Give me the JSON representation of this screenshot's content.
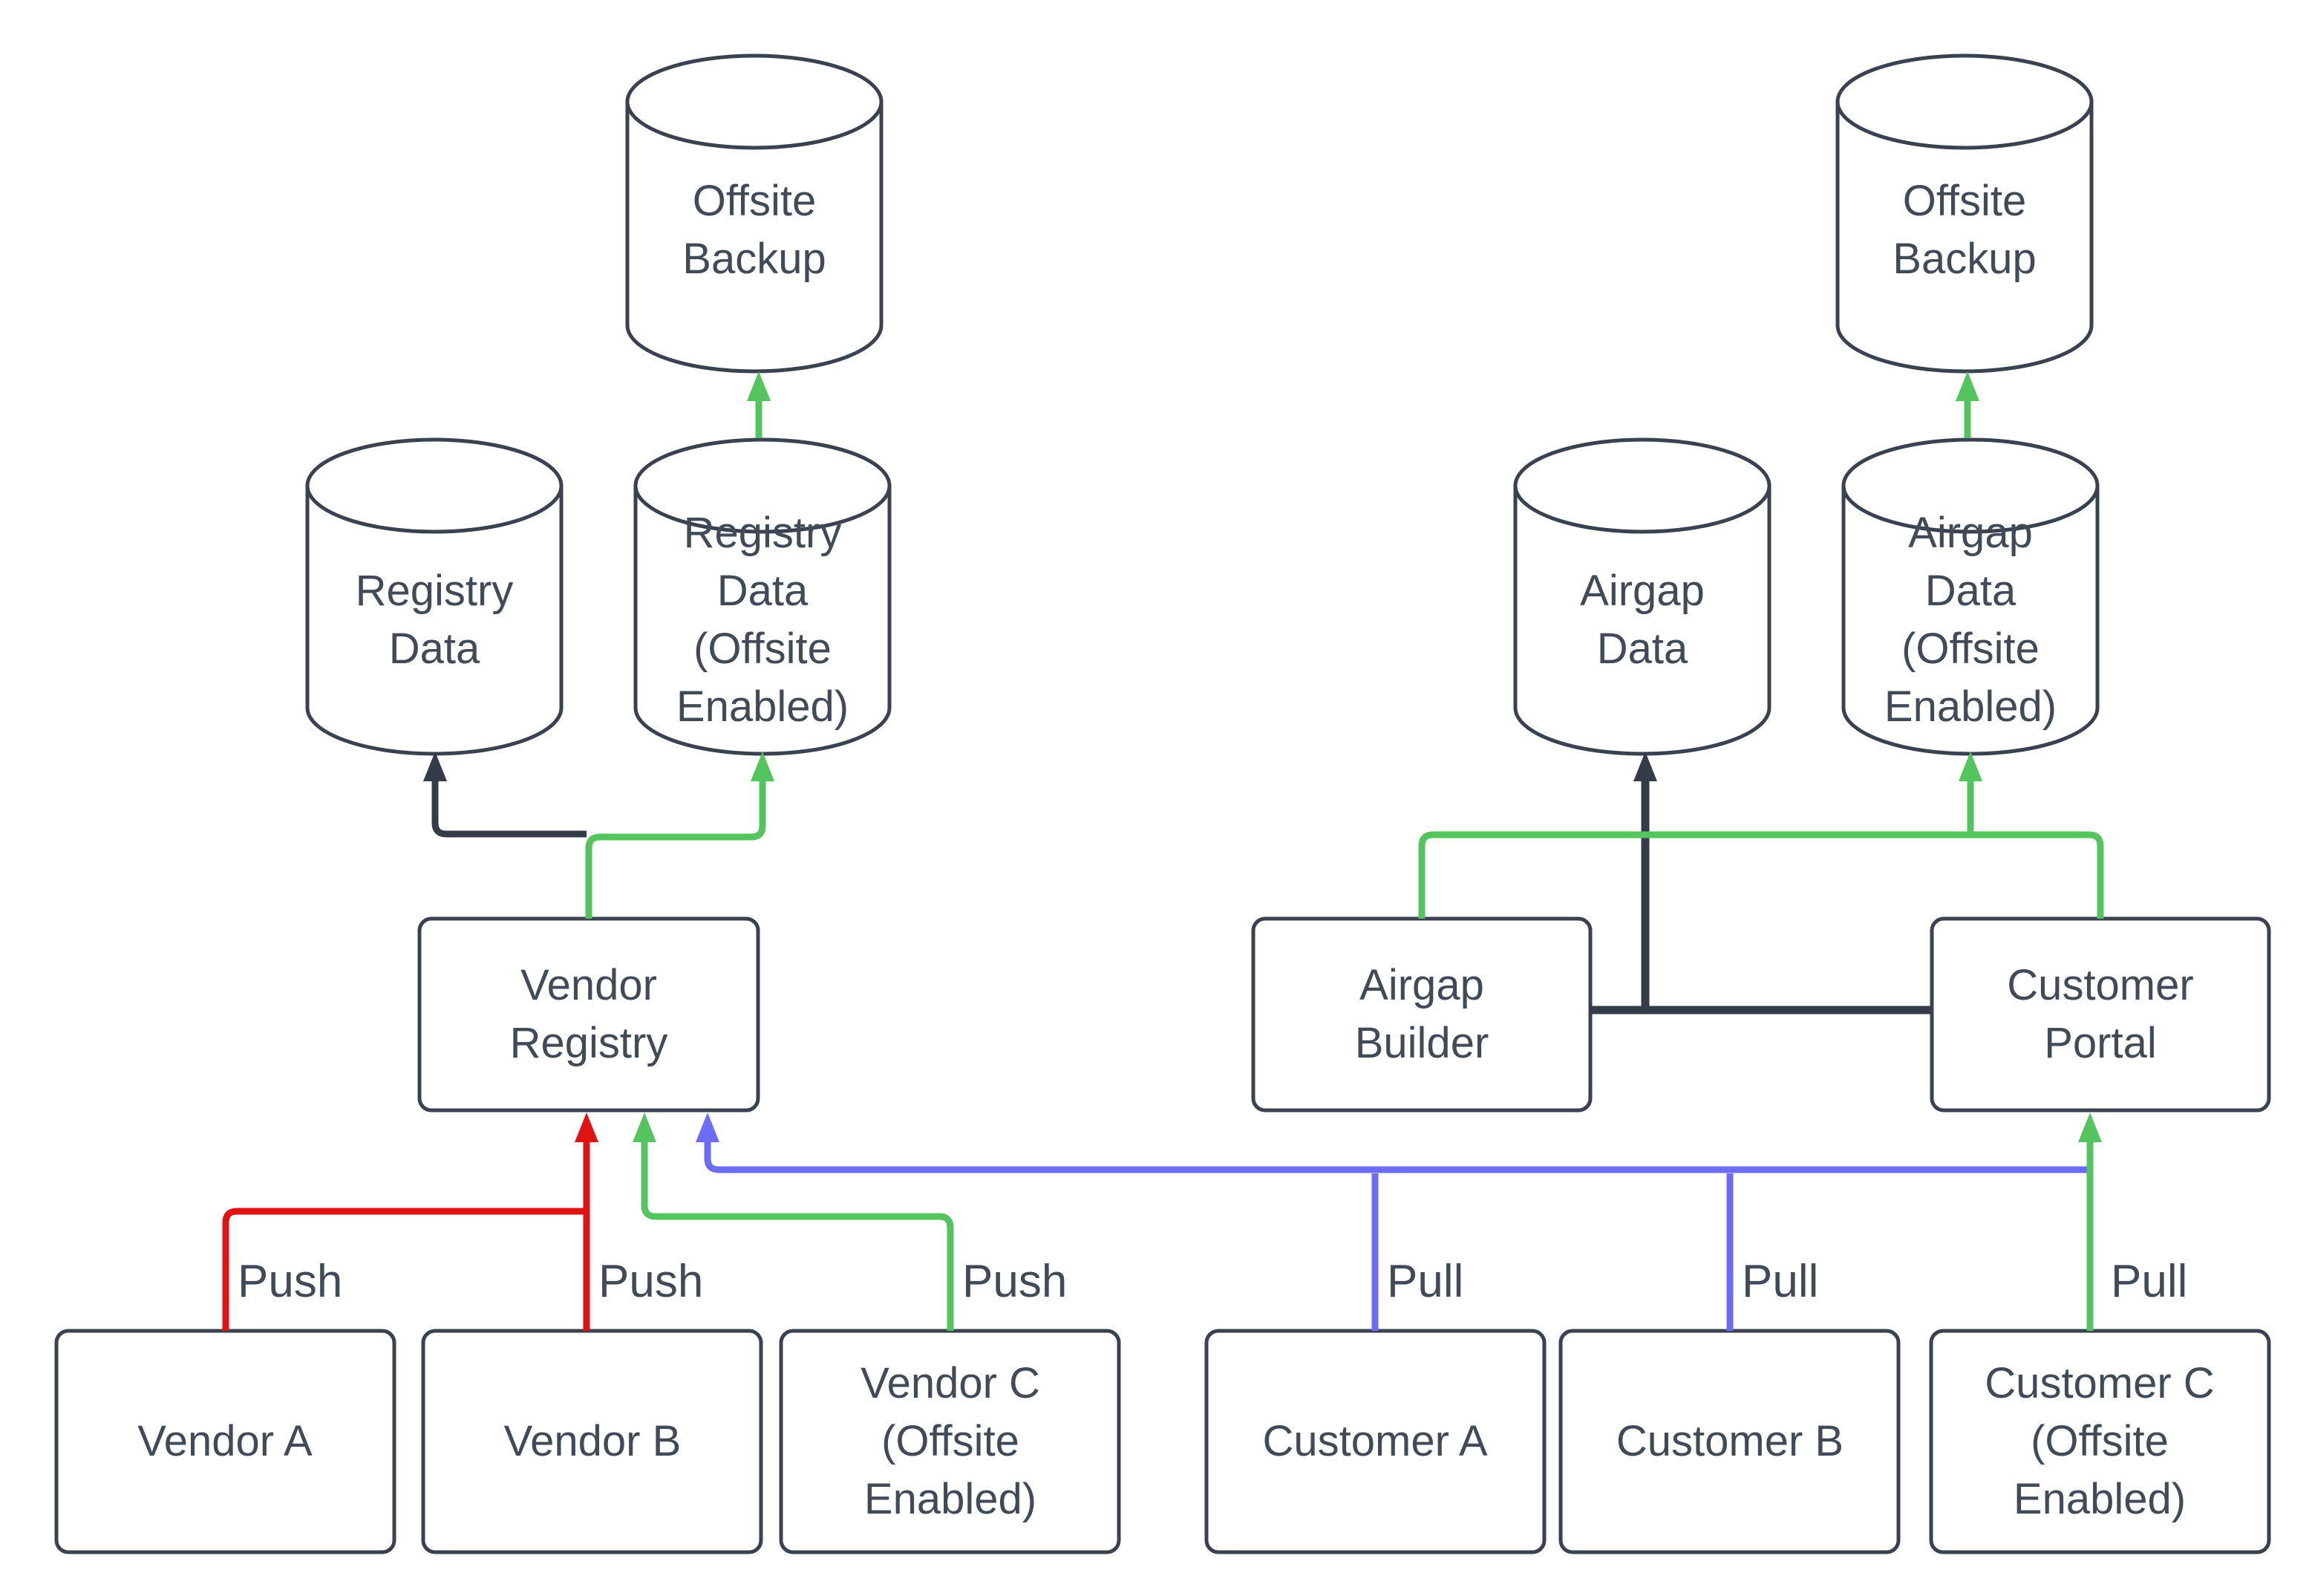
{
  "colors": {
    "background": "#ffffff",
    "shape_outline": "#3a4250",
    "text": "#414b58",
    "connector_dark": "#343c4a",
    "offsite_green": "#54c45e",
    "push_red": "#e01212",
    "pull_blue": "#6c6cf5"
  },
  "nodes": {
    "offsite_backup_left": {
      "type": "cylinder",
      "lines": [
        "Offsite",
        "Backup"
      ]
    },
    "registry_data": {
      "type": "cylinder",
      "lines": [
        "Registry",
        "Data"
      ]
    },
    "registry_data_offsite": {
      "type": "cylinder",
      "lines": [
        "Registry",
        "Data",
        "(Offsite",
        "Enabled)"
      ]
    },
    "airgap_data": {
      "type": "cylinder",
      "lines": [
        "Airgap",
        "Data"
      ]
    },
    "airgap_data_offsite": {
      "type": "cylinder",
      "lines": [
        "Airgap",
        "Data",
        "(Offsite",
        "Enabled)"
      ]
    },
    "offsite_backup_right": {
      "type": "cylinder",
      "lines": [
        "Offsite",
        "Backup"
      ]
    },
    "vendor_registry": {
      "type": "box",
      "lines": [
        "Vendor",
        "Registry"
      ]
    },
    "airgap_builder": {
      "type": "box",
      "lines": [
        "Airgap",
        "Builder"
      ]
    },
    "customer_portal": {
      "type": "box",
      "lines": [
        "Customer",
        "Portal"
      ]
    },
    "vendor_a": {
      "type": "box",
      "lines": [
        "Vendor A"
      ]
    },
    "vendor_b": {
      "type": "box",
      "lines": [
        "Vendor B"
      ]
    },
    "vendor_c": {
      "type": "box",
      "lines": [
        "Vendor C",
        "(Offsite",
        "Enabled)"
      ]
    },
    "customer_a": {
      "type": "box",
      "lines": [
        "Customer A"
      ]
    },
    "customer_b": {
      "type": "box",
      "lines": [
        "Customer B"
      ]
    },
    "customer_c": {
      "type": "box",
      "lines": [
        "Customer C",
        "(Offsite",
        "Enabled)"
      ]
    }
  },
  "edge_labels": [
    {
      "id": "push-vendor-a",
      "text": "Push"
    },
    {
      "id": "push-vendor-b",
      "text": "Push"
    },
    {
      "id": "push-vendor-c",
      "text": "Push"
    },
    {
      "id": "pull-customer-a",
      "text": "Pull"
    },
    {
      "id": "pull-customer-b",
      "text": "Pull"
    },
    {
      "id": "pull-customer-c",
      "text": "Pull"
    }
  ],
  "edges": [
    {
      "from": "Vendor A",
      "to": "Vendor Registry",
      "label": "Push",
      "color": "red"
    },
    {
      "from": "Vendor B",
      "to": "Vendor Registry",
      "label": "Push",
      "color": "red"
    },
    {
      "from": "Vendor C (Offsite Enabled)",
      "to": "Vendor Registry",
      "label": "Push",
      "color": "green"
    },
    {
      "from": "Customer A",
      "to": "Vendor Registry",
      "label": "Pull",
      "color": "blue"
    },
    {
      "from": "Customer B",
      "to": "Vendor Registry",
      "label": "Pull",
      "color": "blue"
    },
    {
      "from": "Customer C (Offsite Enabled)",
      "to": "Customer Portal",
      "label": "Pull",
      "color": "green"
    },
    {
      "from": "Vendor Registry",
      "to": "Registry Data",
      "label": "",
      "color": "dark"
    },
    {
      "from": "Vendor Registry",
      "to": "Registry Data (Offsite Enabled)",
      "label": "",
      "color": "green"
    },
    {
      "from": "Registry Data (Offsite Enabled)",
      "to": "Offsite Backup",
      "label": "",
      "color": "green"
    },
    {
      "from": "Airgap Builder",
      "to": "Customer Portal",
      "label": "",
      "color": "dark"
    },
    {
      "from": "Airgap Builder / Customer Portal",
      "to": "Airgap Data",
      "label": "",
      "color": "dark"
    },
    {
      "from": "Airgap Builder / Customer Portal",
      "to": "Airgap Data (Offsite Enabled)",
      "label": "",
      "color": "green"
    },
    {
      "from": "Airgap Data (Offsite Enabled)",
      "to": "Offsite Backup",
      "label": "",
      "color": "green"
    }
  ]
}
